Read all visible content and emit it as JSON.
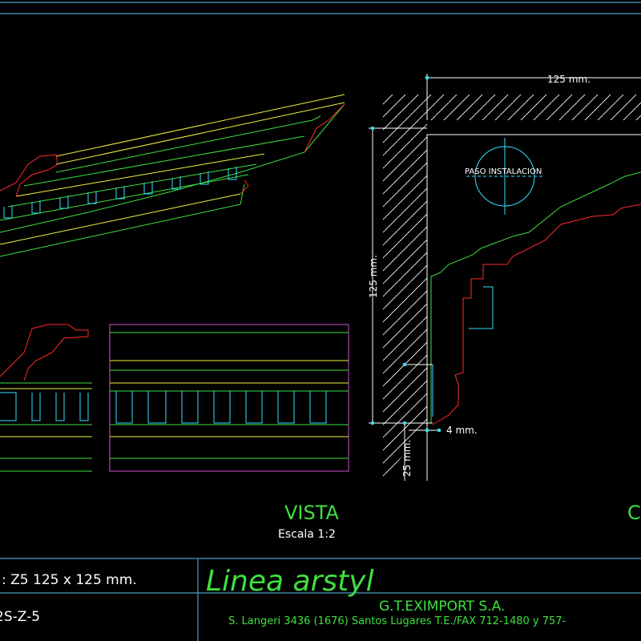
{
  "colors": {
    "background": "#000000",
    "frame": "#4a9fbf",
    "dimension": "#ffffff",
    "red_profile": "#ff2a2a",
    "green_line": "#3fe03f",
    "yellow_line": "#f0f040",
    "cyan_line": "#33e0ff",
    "magenta_line": "#d14fd1",
    "label_green": "#3fe03f",
    "label_white": "#ffffff"
  },
  "detail": {
    "top_dimension": "125 mm.",
    "left_dimension": "125 mm.",
    "small_dimension": "4 mm.",
    "bottom_dimension": "25 mm.",
    "install_label": "PASO INSTALACION"
  },
  "views": {
    "vista_title": "VISTA",
    "vista_scale": "Escala 1:2",
    "second_title_partial": "C"
  },
  "title_block": {
    "model_desc": ": Z5  125  x  125  mm.",
    "code": "2S-Z-5",
    "product_line": "Linea  arstyl",
    "company": "G.T.EXIMPORT  S.A.",
    "address": "S. Langeri 3436 (1676) Santos Lugares T.E./FAX 712-1480 y 757-"
  }
}
